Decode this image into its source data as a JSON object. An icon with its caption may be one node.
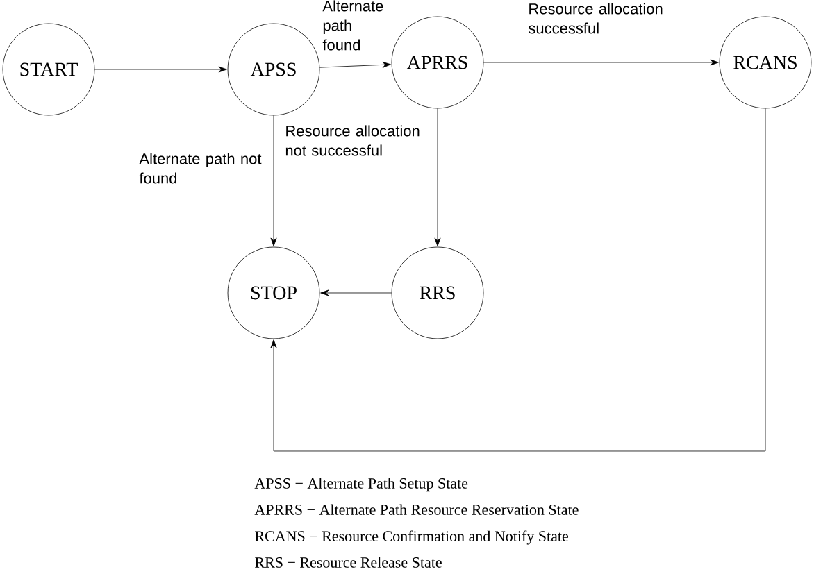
{
  "diagram": {
    "nodes": [
      {
        "text": [
          "START"
        ]
      },
      {
        "text": [
          "APSS"
        ]
      },
      {
        "text": [
          "APRRS"
        ]
      },
      {
        "text": [
          "RCANS"
        ]
      },
      {
        "text": [
          "STOP"
        ]
      },
      {
        "text": [
          "RRS"
        ]
      }
    ],
    "edges": [
      {
        "from": 0,
        "to": 1,
        "arrow": "to"
      },
      {
        "from": 1,
        "to": 2,
        "arrow": "to",
        "label": "Alternate path found"
      },
      {
        "from": 2,
        "to": 3,
        "arrow": "to",
        "label": "Resource allocation successful"
      },
      {
        "from": 1,
        "to": 4,
        "arrow": "to",
        "label": "Alternate path not found"
      },
      {
        "from": 2,
        "to": 5,
        "arrow": "to",
        "label": "Resource allocation not successful"
      },
      {
        "from": 5,
        "to": 4,
        "arrow": "to"
      },
      {
        "from": 3,
        "to": 4,
        "arrow": "to"
      }
    ],
    "labels": [
      "APSS − Alternate Path Setup State",
      "APRRS − Alternate Path Resource Reservation State",
      "RCANS − Resource  Confirmation and Notify State",
      "RRS − Resource Release State"
    ]
  }
}
